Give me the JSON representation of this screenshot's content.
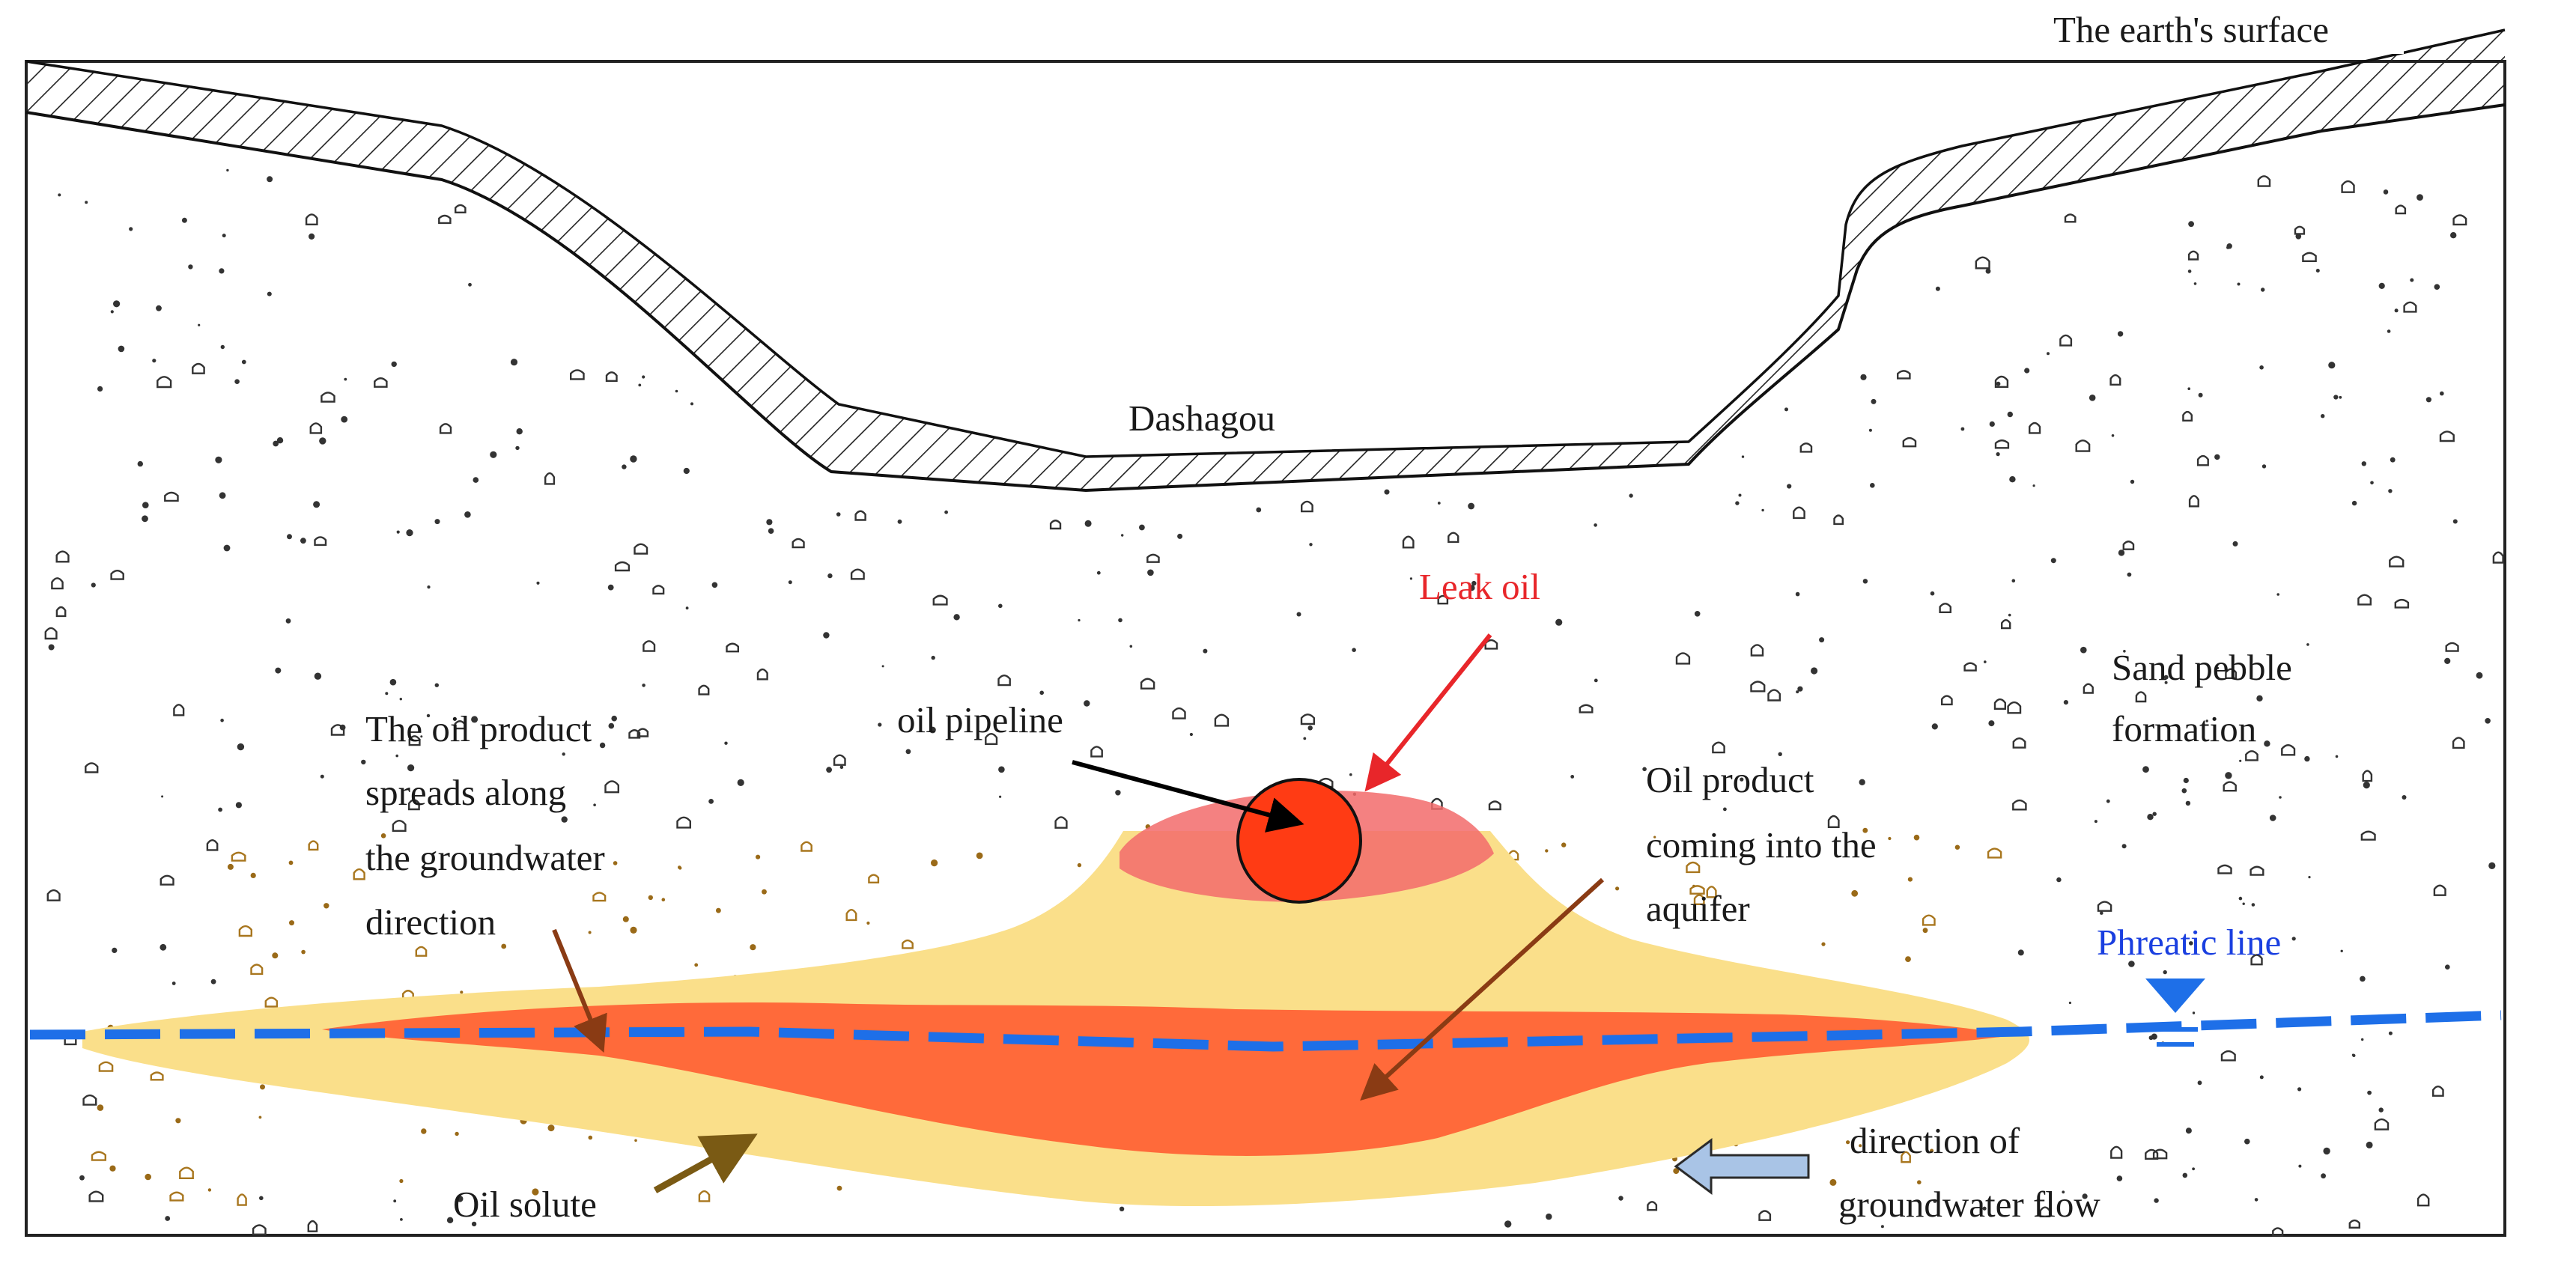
{
  "labels": {
    "earth_surface": "The earth's surface",
    "dashagou": "Dashagou",
    "leak_oil": "Leak oil",
    "oil_pipeline": "oil pipeline",
    "sand_pebble": [
      "Sand pebble",
      "formation"
    ],
    "oil_spreads": [
      "The oil product",
      "spreads along",
      "the groundwater",
      "direction"
    ],
    "oil_into_aquifer": [
      "Oil product",
      "coming into the",
      "aquifer"
    ],
    "phreatic_line": "Phreatic line",
    "oil_solute": "Oil solute",
    "groundwater_flow": [
      "direction of",
      "groundwater flow"
    ]
  },
  "colors": {
    "leak_oil_label": "#e8262a",
    "leak_oil_arrow": "#e8262a",
    "phreatic_label": "#1a3fe0",
    "phreatic_line": "#1e6fe8",
    "oil_solute_zone": "#fadf8a",
    "oil_product_zone": "#ff6a3a",
    "leak_zone": "#f26b6b",
    "pipeline": "#ff3b14",
    "brown_arrow": "#8a3b14",
    "solute_arrow": "#7a5a14",
    "flow_arrow": "#a9c4e6"
  },
  "icons": {
    "water_table": "inverted-triangle-icon",
    "flow_direction": "left-arrow-icon"
  }
}
